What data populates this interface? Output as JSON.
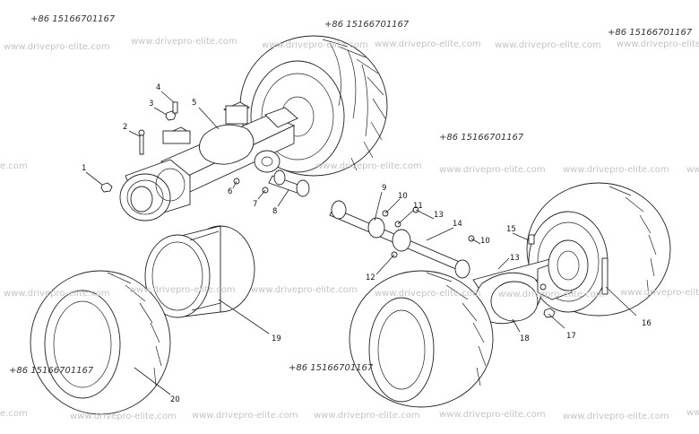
{
  "watermarks": {
    "phone": "+86 15166701167",
    "site": "www.drivepro-elite.com",
    "site_cut_left": "e.com",
    "site_cut_right": "ww"
  },
  "part_labels": [
    "1",
    "2",
    "3",
    "4",
    "5",
    "6",
    "7",
    "8",
    "9",
    "10",
    "11",
    "13",
    "14",
    "10",
    "12",
    "13",
    "15",
    "16",
    "17",
    "18",
    "19",
    "20"
  ]
}
